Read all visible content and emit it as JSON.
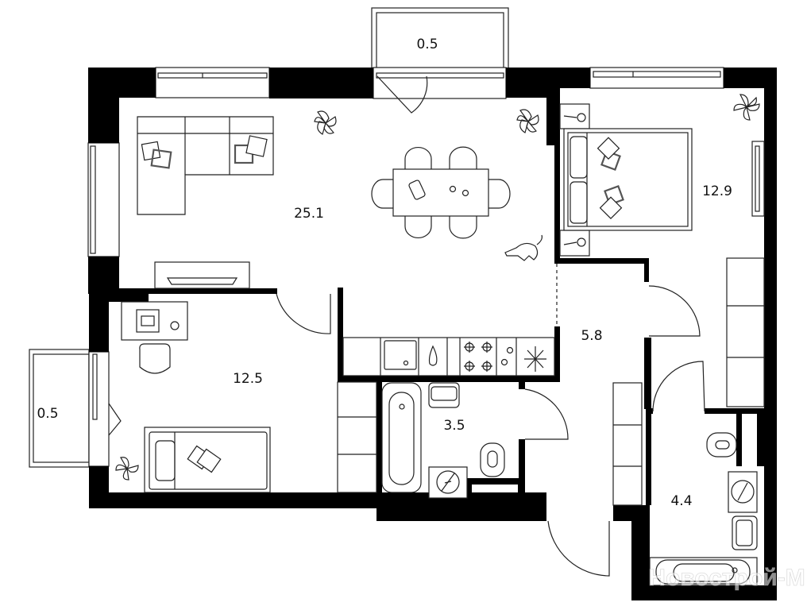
{
  "plan": {
    "rooms": [
      {
        "id": "balcony-top",
        "area": "0.5"
      },
      {
        "id": "living-kitchen",
        "area": "25.1"
      },
      {
        "id": "bedroom",
        "area": "12.9"
      },
      {
        "id": "hallway",
        "area": "5.8"
      },
      {
        "id": "child-room",
        "area": "12.5"
      },
      {
        "id": "balcony-left",
        "area": "0.5"
      },
      {
        "id": "bathroom-1",
        "area": "3.5"
      },
      {
        "id": "bathroom-2",
        "area": "4.4"
      }
    ],
    "watermark": "Новострой-М",
    "colors": {
      "wall": "#000000",
      "line": "#222222",
      "background": "#ffffff"
    }
  }
}
